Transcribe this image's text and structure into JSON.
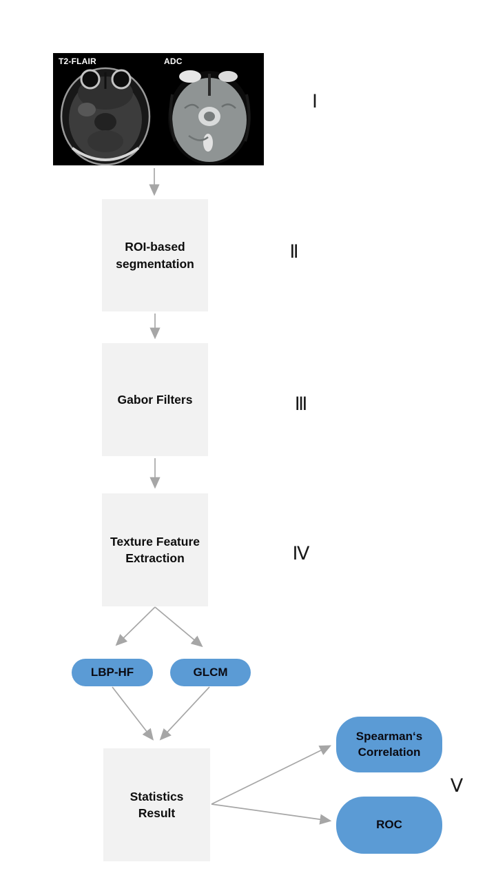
{
  "mri": {
    "left_label": "T2-FLAIR",
    "right_label": "ADC"
  },
  "boxes": {
    "roi": {
      "line1": "ROI-based",
      "line2": "segmentation"
    },
    "gabor": {
      "line1": "Gabor Filters"
    },
    "texture": {
      "line1": "Texture Feature",
      "line2": "Extraction"
    },
    "stats": {
      "line1": "Statistics",
      "line2": "Result"
    }
  },
  "pills": {
    "lbp": "LBP-HF",
    "glcm": "GLCM"
  },
  "outputs": {
    "spearman_line1": "Spearman‘s",
    "spearman_line2": "Correlation",
    "roc": "ROC"
  },
  "numerals": {
    "n1": "Ⅰ",
    "n2": "Ⅱ",
    "n3": "Ⅲ",
    "n4": "Ⅳ",
    "n5": "Ⅴ"
  },
  "colors": {
    "accent_blue": "#5b9bd5",
    "box_gray": "#f2f2f2",
    "arrow_gray": "#a6a6a6",
    "scan_background": "#000000"
  }
}
